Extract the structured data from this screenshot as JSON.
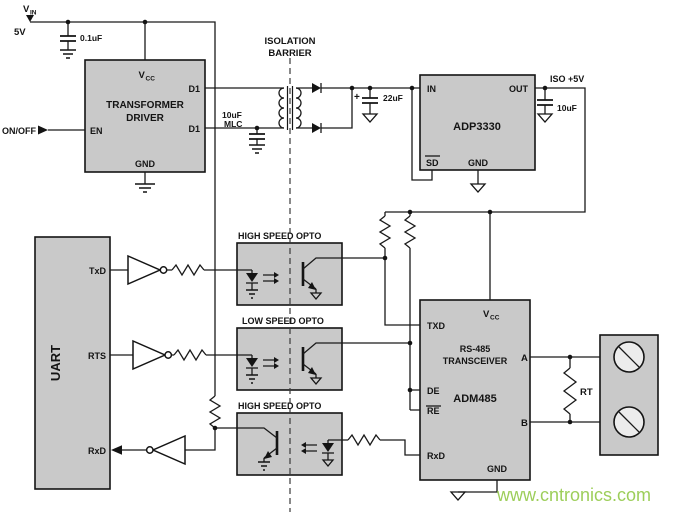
{
  "power_input": {
    "vin": "V",
    "vin_sub": "IN",
    "rail_5v": "5V",
    "input_cap": "0.1uF",
    "on_off": "ON/OFF"
  },
  "transformer_driver": {
    "title_line1": "TRANSFORMER",
    "title_line2": "DRIVER",
    "pin_vcc": "V",
    "pin_vcc_sub": "CC",
    "pin_d1_top": "D1",
    "pin_d1_bot": "D1",
    "pin_en": "EN",
    "pin_gnd": "GND",
    "primary_cap_line1": "10uF",
    "primary_cap_line2": "MLC"
  },
  "isolation_barrier": {
    "line1": "ISOLATION",
    "line2": "BARRIER"
  },
  "rectifier": {
    "bulk_cap_plus": "+",
    "bulk_cap": "22uF"
  },
  "regulator": {
    "part": "ADP3330",
    "pin_in": "IN",
    "pin_out": "OUT",
    "pin_sd": "SD",
    "pin_gnd": "GND",
    "iso_rail": "ISO +5V",
    "output_cap": "10uF"
  },
  "uart": {
    "label": "UART",
    "pin_txd": "TxD",
    "pin_rts": "RTS",
    "pin_rxd": "RxD"
  },
  "optocouplers": {
    "opto1_label": "HIGH SPEED OPTO",
    "opto2_label": "LOW SPEED OPTO",
    "opto3_label": "HIGH SPEED OPTO"
  },
  "transceiver": {
    "type_line1": "RS-485",
    "type_line2": "TRANSCEIVER",
    "part": "ADM485",
    "pin_txd": "TXD",
    "pin_vcc": "V",
    "pin_vcc_sub": "CC",
    "pin_de": "DE",
    "pin_re": "RE",
    "pin_rxd": "RxD",
    "pin_a": "A",
    "pin_b": "B",
    "pin_gnd": "GND"
  },
  "termination": {
    "resistor": "RT"
  },
  "watermark": "www.cntronics.com",
  "colors": {
    "block_fill": "#c9c9c9",
    "wire": "#1a1a1a",
    "watermark_green": "#8cc63e"
  }
}
